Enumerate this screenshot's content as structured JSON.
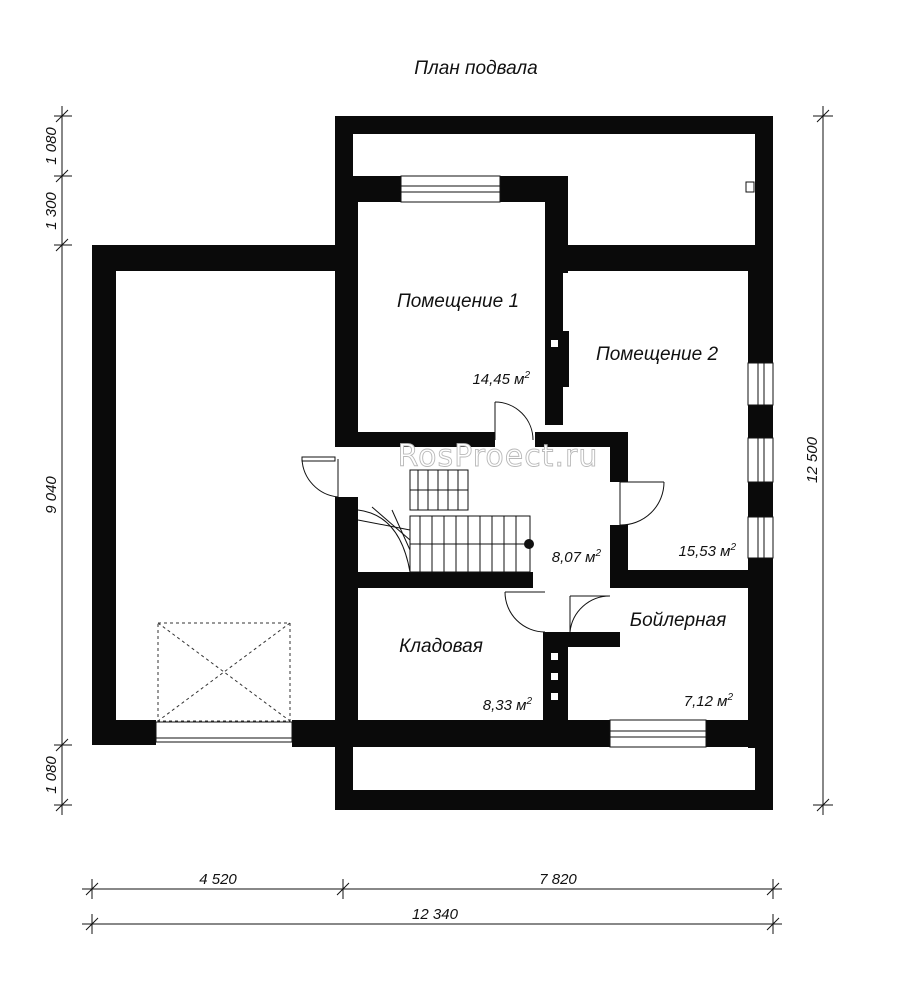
{
  "plan": {
    "title": "План подвала",
    "watermark": "RosProect.ru"
  },
  "rooms": [
    {
      "key": "room1",
      "name": "Помещение 1",
      "area_value": "14,45 м",
      "area_sup": "2"
    },
    {
      "key": "room2",
      "name": "Помещение 2",
      "area_value": "15,53 м",
      "area_sup": "2"
    },
    {
      "key": "hall",
      "name": "",
      "area_value": "8,07 м",
      "area_sup": "2"
    },
    {
      "key": "storage",
      "name": "Кладовая",
      "area_value": "8,33 м",
      "area_sup": "2"
    },
    {
      "key": "boiler",
      "name": "Бойлерная",
      "area_value": "7,12 м",
      "area_sup": "2"
    }
  ],
  "dimensions": {
    "left": [
      "1 080",
      "1 300",
      "9 040",
      "1 080"
    ],
    "right": "12 500",
    "bottom_segments": [
      "4 520",
      "7 820"
    ],
    "bottom_total": "12 340"
  },
  "colors": {
    "wall": "#0a0a0a",
    "line": "#111111",
    "background": "#ffffff"
  }
}
